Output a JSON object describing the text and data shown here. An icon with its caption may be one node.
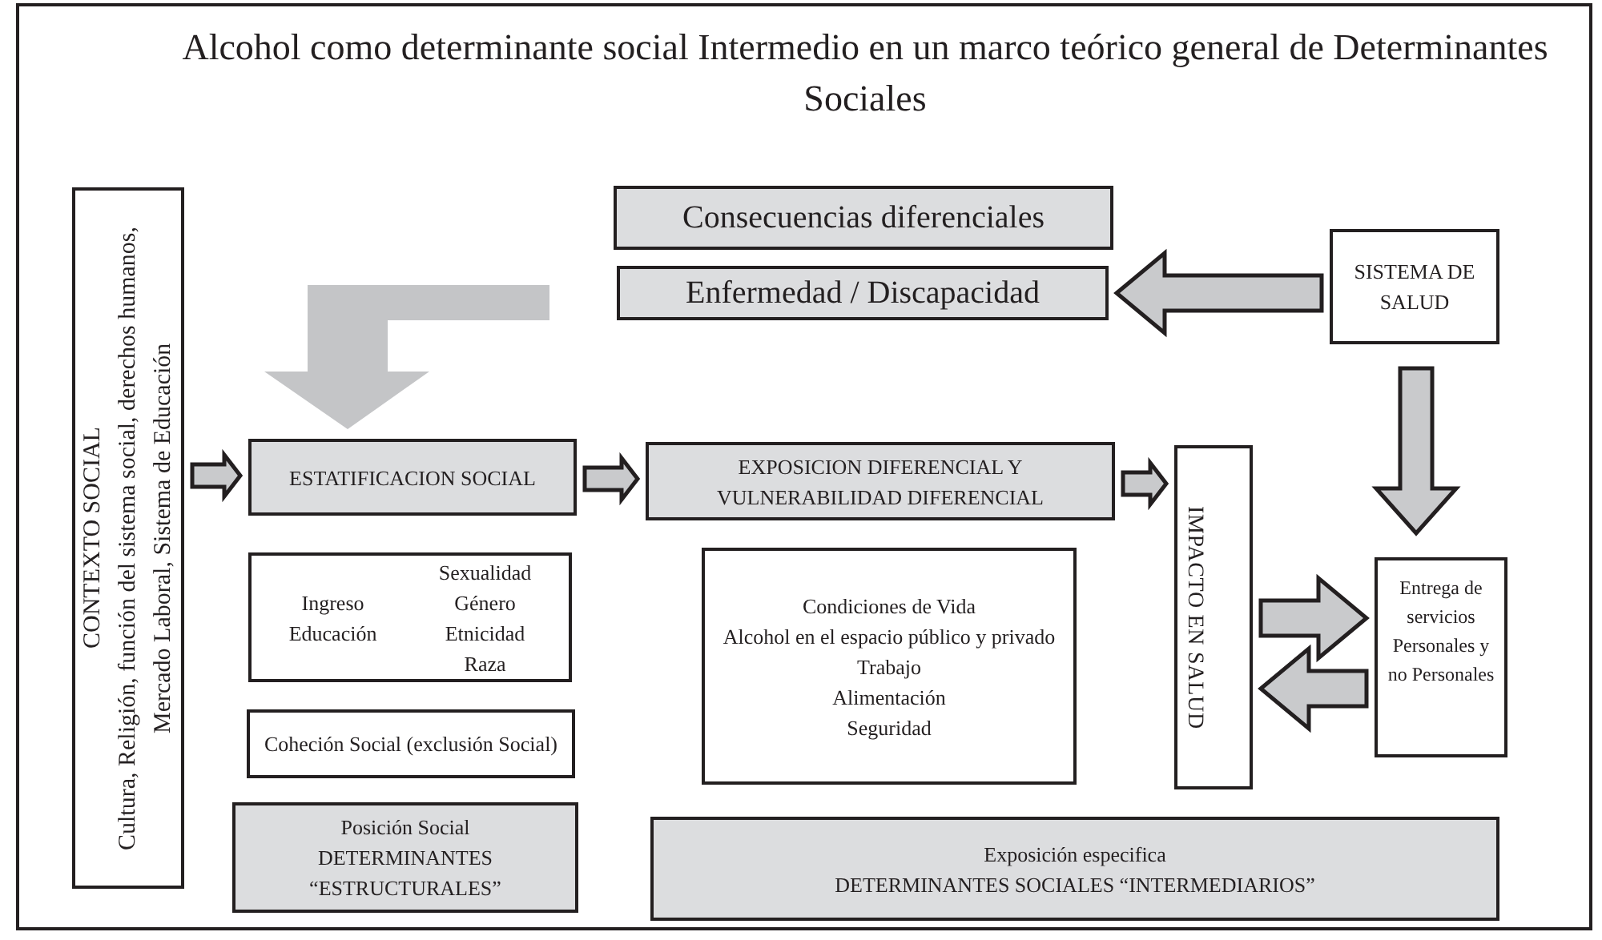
{
  "diagram": {
    "title": "Alcohol como determinante social Intermedio en un marco teórico general de Determinantes Sociales",
    "nodes": [
      {
        "text": [
          "CONTEXTO SOCIAL",
          "Cultura, Religión, función del sistema social, derechos humanos, Mercado Laboral, Sistema de Educación"
        ]
      },
      {
        "text": [
          "Consecuencias diferenciales"
        ]
      },
      {
        "text": [
          "Enfermedad / Discapacidad"
        ]
      },
      {
        "text": [
          "SISTEMA DE SALUD"
        ]
      },
      {
        "text": [
          "ESTATIFICACION SOCIAL"
        ]
      },
      {
        "text": [
          "EXPOSICION DIFERENCIAL Y VULNERABILIDAD DIFERENCIAL"
        ]
      },
      {
        "text": [
          "IMPACTO EN SALUD"
        ]
      },
      {
        "text": [
          "Ingreso Educación",
          "Sexualidad Género Etnicidad Raza"
        ]
      },
      {
        "text": [
          "Coheción Social (exclusión Social)"
        ]
      },
      {
        "text": [
          "Posición Social",
          "DETERMINANTES “ESTRUCTURALES”"
        ]
      },
      {
        "text": [
          "Condiciones de Vida",
          "Alcohol en el espacio público y privado",
          "Trabajo",
          "Alimentación",
          "Seguridad"
        ]
      },
      {
        "text": [
          "Exposición especifica",
          "DETERMINANTES SOCIALES “INTERMEDIARIOS”"
        ]
      },
      {
        "text": [
          "Entrega de servicios Personales y no Personales"
        ]
      }
    ],
    "edges": [
      {
        "from": 0,
        "to": 4,
        "arrow": "to"
      },
      {
        "from": 4,
        "to": 5,
        "arrow": "to"
      },
      {
        "from": 5,
        "to": 6,
        "arrow": "to"
      },
      {
        "from": 3,
        "to": 2,
        "arrow": "to"
      },
      {
        "from": 3,
        "to": 12,
        "arrow": "to"
      },
      {
        "from": 6,
        "to": 12,
        "arrow": "to"
      },
      {
        "from": 12,
        "to": 6,
        "arrow": "to"
      },
      {
        "from": null,
        "to": 4,
        "arrow": "to",
        "color": "#c4c5c7"
      }
    ]
  }
}
